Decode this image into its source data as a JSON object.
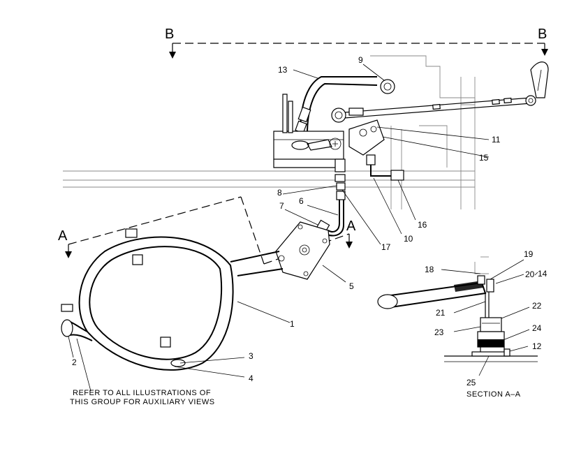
{
  "section_markers": {
    "b_left": "B",
    "b_right": "B",
    "a_left": "A",
    "a_right": "A"
  },
  "callouts": {
    "c1": "1",
    "c2": "2",
    "c3": "3",
    "c4": "4",
    "c5": "5",
    "c6": "6",
    "c7": "7",
    "c8": "8",
    "c9": "9",
    "c10": "10",
    "c11": "11",
    "c12": "12",
    "c13": "13",
    "c14": "14",
    "c15": "15",
    "c16": "16",
    "c17": "17",
    "c18": "18",
    "c19": "19",
    "c20": "20",
    "c21": "21",
    "c22": "22",
    "c23": "23",
    "c24": "24",
    "c25": "25"
  },
  "note": {
    "line1": "REFER TO ALL ILLUSTRATIONS OF",
    "line2": "THIS GROUP FOR AUXILIARY VIEWS"
  },
  "section_caption": "SECTION A–A"
}
